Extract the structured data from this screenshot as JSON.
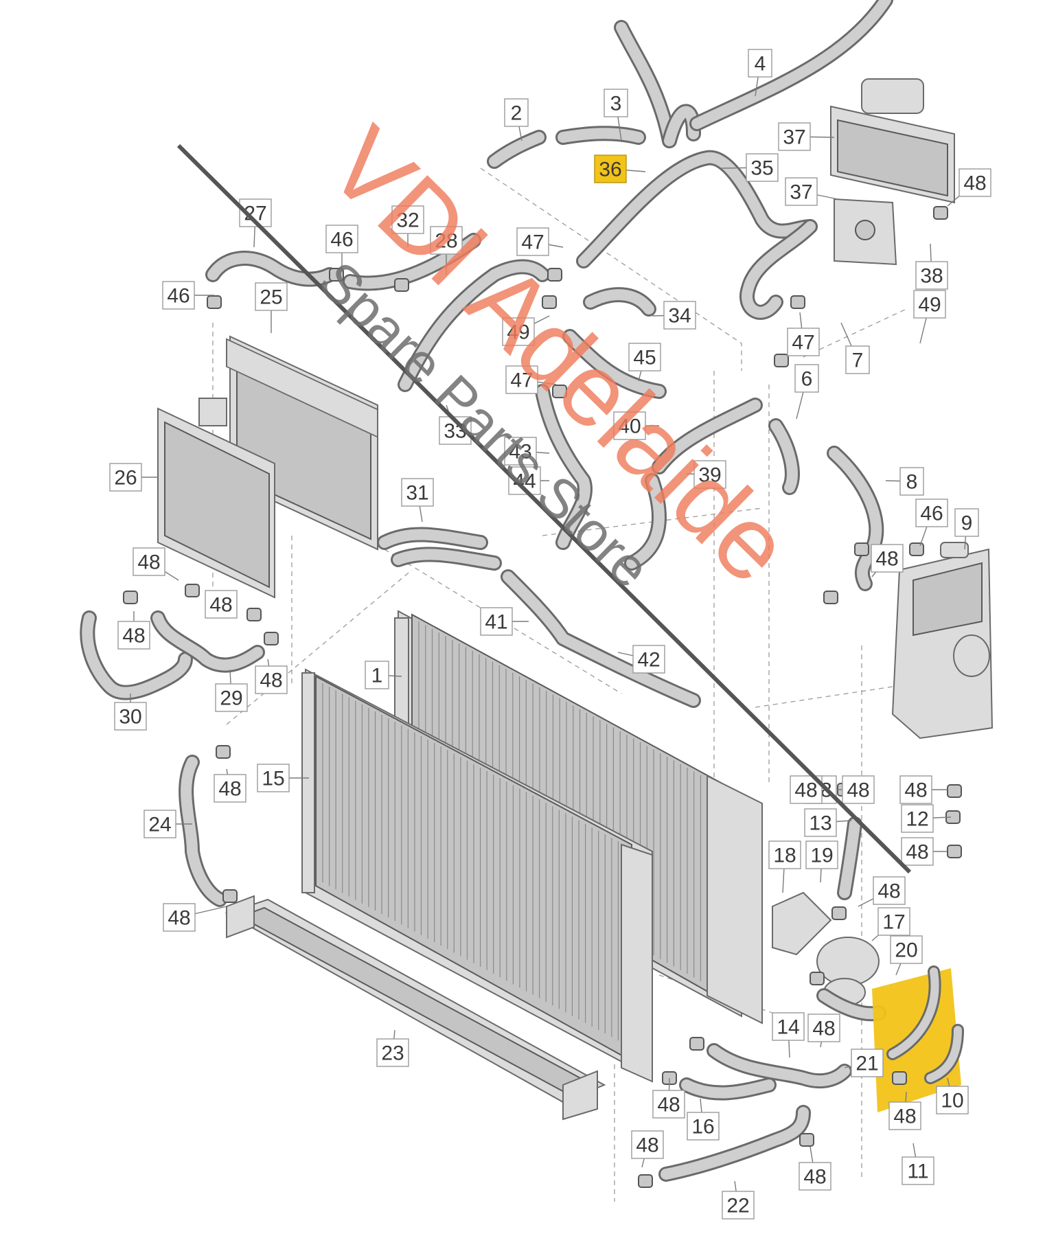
{
  "callouts": [
    {
      "id": "c1",
      "label": "1"
    },
    {
      "id": "c2",
      "label": "2"
    },
    {
      "id": "c3",
      "label": "3"
    },
    {
      "id": "c4",
      "label": "4"
    },
    {
      "id": "c6",
      "label": "6"
    },
    {
      "id": "c7",
      "label": "7"
    },
    {
      "id": "c8",
      "label": "8"
    },
    {
      "id": "c9",
      "label": "9"
    },
    {
      "id": "c10",
      "label": "10"
    },
    {
      "id": "c11",
      "label": "11"
    },
    {
      "id": "c12",
      "label": "12"
    },
    {
      "id": "c13",
      "label": "13"
    },
    {
      "id": "c14",
      "label": "14"
    },
    {
      "id": "c15",
      "label": "15"
    },
    {
      "id": "c16",
      "label": "16"
    },
    {
      "id": "c17",
      "label": "17"
    },
    {
      "id": "c18",
      "label": "18"
    },
    {
      "id": "c19",
      "label": "19"
    },
    {
      "id": "c20",
      "label": "20"
    },
    {
      "id": "c21",
      "label": "21"
    },
    {
      "id": "c22",
      "label": "22"
    },
    {
      "id": "c23",
      "label": "23"
    },
    {
      "id": "c24",
      "label": "24"
    },
    {
      "id": "c25",
      "label": "25"
    },
    {
      "id": "c26",
      "label": "26"
    },
    {
      "id": "c27",
      "label": "27"
    },
    {
      "id": "c28",
      "label": "28"
    },
    {
      "id": "c29",
      "label": "29"
    },
    {
      "id": "c30",
      "label": "30"
    },
    {
      "id": "c31",
      "label": "31"
    },
    {
      "id": "c32",
      "label": "32"
    },
    {
      "id": "c33",
      "label": "33"
    },
    {
      "id": "c34",
      "label": "34"
    },
    {
      "id": "c35",
      "label": "35"
    },
    {
      "id": "c36",
      "label": "36",
      "highlight": true
    },
    {
      "id": "c37a",
      "label": "37"
    },
    {
      "id": "c37b",
      "label": "37"
    },
    {
      "id": "c38",
      "label": "38"
    },
    {
      "id": "c39",
      "label": "39"
    },
    {
      "id": "c40",
      "label": "40"
    },
    {
      "id": "c41",
      "label": "41"
    },
    {
      "id": "c42",
      "label": "42"
    },
    {
      "id": "c43",
      "label": "43"
    },
    {
      "id": "c44",
      "label": "44"
    },
    {
      "id": "c45",
      "label": "45"
    },
    {
      "id": "c46a",
      "label": "46"
    },
    {
      "id": "c46b",
      "label": "46"
    },
    {
      "id": "c46c",
      "label": "46"
    },
    {
      "id": "c47a",
      "label": "47"
    },
    {
      "id": "c47b",
      "label": "47"
    },
    {
      "id": "c47c",
      "label": "47"
    },
    {
      "id": "c48a",
      "label": "48"
    },
    {
      "id": "c48b",
      "label": "48"
    },
    {
      "id": "c48c",
      "label": "48"
    },
    {
      "id": "c48d",
      "label": "48"
    },
    {
      "id": "c48e",
      "label": "48"
    },
    {
      "id": "c48f",
      "label": "48"
    },
    {
      "id": "c48g",
      "label": "48"
    },
    {
      "id": "c48h",
      "label": "48"
    },
    {
      "id": "c48i",
      "label": "48"
    },
    {
      "id": "c48j",
      "label": "48"
    },
    {
      "id": "c48k",
      "label": "48"
    },
    {
      "id": "c48l",
      "label": "48"
    },
    {
      "id": "c48m",
      "label": "48"
    },
    {
      "id": "c48n",
      "label": "48"
    },
    {
      "id": "c48o",
      "label": "48"
    },
    {
      "id": "c48p",
      "label": "48"
    },
    {
      "id": "c48q",
      "label": "48"
    },
    {
      "id": "c48r",
      "label": "48"
    },
    {
      "id": "c48s",
      "label": "48"
    },
    {
      "id": "c49a",
      "label": "49"
    },
    {
      "id": "c49b",
      "label": "49"
    }
  ],
  "watermark": {
    "line1": "VDI Adelaide",
    "line2": "Spare Parts Store",
    "color_main": "#ee7d5c",
    "color_sub": "#6e6e6e"
  },
  "colors": {
    "highlight": "#f2c318",
    "hose": "#6a6a6a",
    "metal": "#dcdcdc"
  }
}
